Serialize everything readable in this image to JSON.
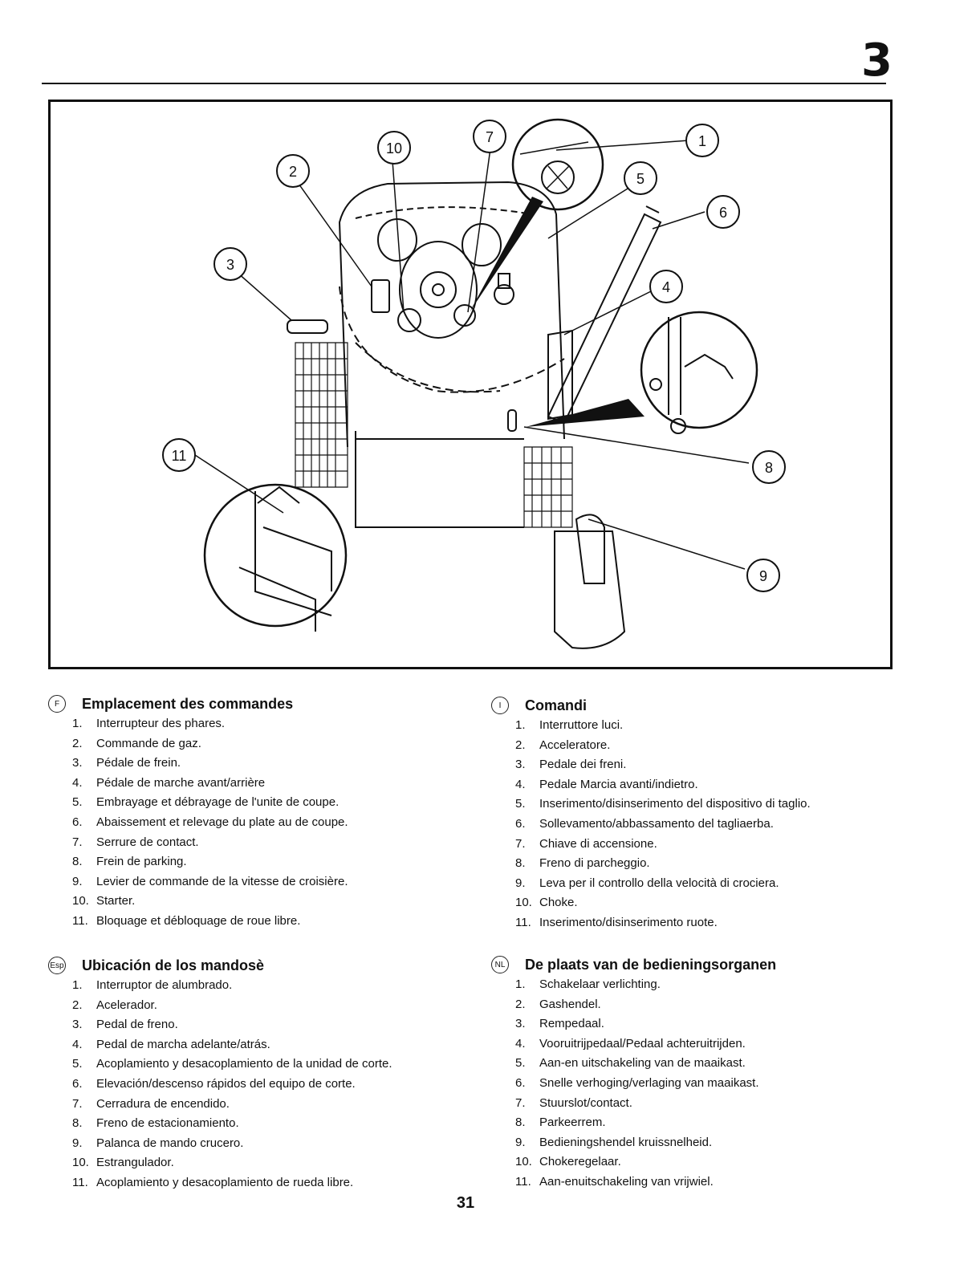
{
  "page": {
    "chapter_number": "3",
    "page_number": "31"
  },
  "figure": {
    "callouts": [
      "1",
      "2",
      "3",
      "4",
      "5",
      "6",
      "7",
      "8",
      "9",
      "10",
      "11"
    ]
  },
  "sections": [
    {
      "lang": "F",
      "title": "Emplacement des commandes",
      "items": [
        "Interrupteur des phares.",
        "Commande de gaz.",
        "Pédale de frein.",
        "Pédale de marche avant/arrière",
        "Embrayage et débrayage de l'unite de coupe.",
        "Abaissement et relevage du plate au de coupe.",
        "Serrure de contact.",
        "Frein de parking.",
        "Levier de commande de la vitesse de croisière.",
        "Starter.",
        "Bloquage et débloquage de roue libre."
      ]
    },
    {
      "lang": "I",
      "title": "Comandi",
      "items": [
        "Interruttore luci.",
        "Acceleratore.",
        "Pedale dei freni.",
        "Pedale Marcia avanti/indietro.",
        "Inserimento/disinserimento del dispositivo di taglio.",
        "Sollevamento/abbassamento del tagliaerba.",
        "Chiave di accensione.",
        "Freno di parcheggio.",
        "Leva per il controllo della velocità di crociera.",
        "Choke.",
        "Inserimento/disinserimento ruote."
      ]
    },
    {
      "lang": "Esp",
      "title": "Ubicación de los mandosè",
      "items": [
        "Interruptor de alumbrado.",
        "Acelerador.",
        "Pedal de freno.",
        "Pedal de marcha adelante/atrás.",
        "Acoplamiento y desacoplamiento de la unidad de corte.",
        "Elevación/descenso rápidos del equipo de corte.",
        "Cerradura de encendido.",
        "Freno de estacionamiento.",
        "Palanca de mando crucero.",
        "Estrangulador.",
        "Acoplamiento y desacoplamiento de rueda libre."
      ]
    },
    {
      "lang": "NL",
      "title": "De plaats van de bedieningsorganen",
      "items": [
        "Schakelaar verlichting.",
        "Gashendel.",
        "Rempedaal.",
        "Vooruitrijpedaal/Pedaal achteruitrijden.",
        "Aan-en uitschakeling van de maaikast.",
        "Snelle verhoging/verlaging van maaikast.",
        "Stuurslot/contact.",
        "Parkeerrem.",
        "Bedieningshendel kruissnelheid.",
        "Chokeregelaar.",
        "Aan-enuitschakeling van vrijwiel."
      ]
    }
  ]
}
